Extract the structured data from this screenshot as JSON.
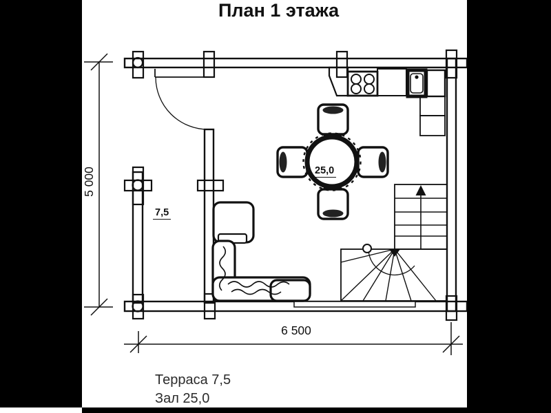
{
  "title": "План 1 этажа",
  "colors": {
    "ink": "#111111",
    "background": "#ffffff",
    "letterbox": "#000000"
  },
  "dimensions": {
    "horizontal": "6 500",
    "vertical": "5 000"
  },
  "room_labels": {
    "terrace": "7,5",
    "hall": "25,0"
  },
  "legend": {
    "terrace": "Терраса 7,5",
    "hall": "Зал 25,0"
  }
}
